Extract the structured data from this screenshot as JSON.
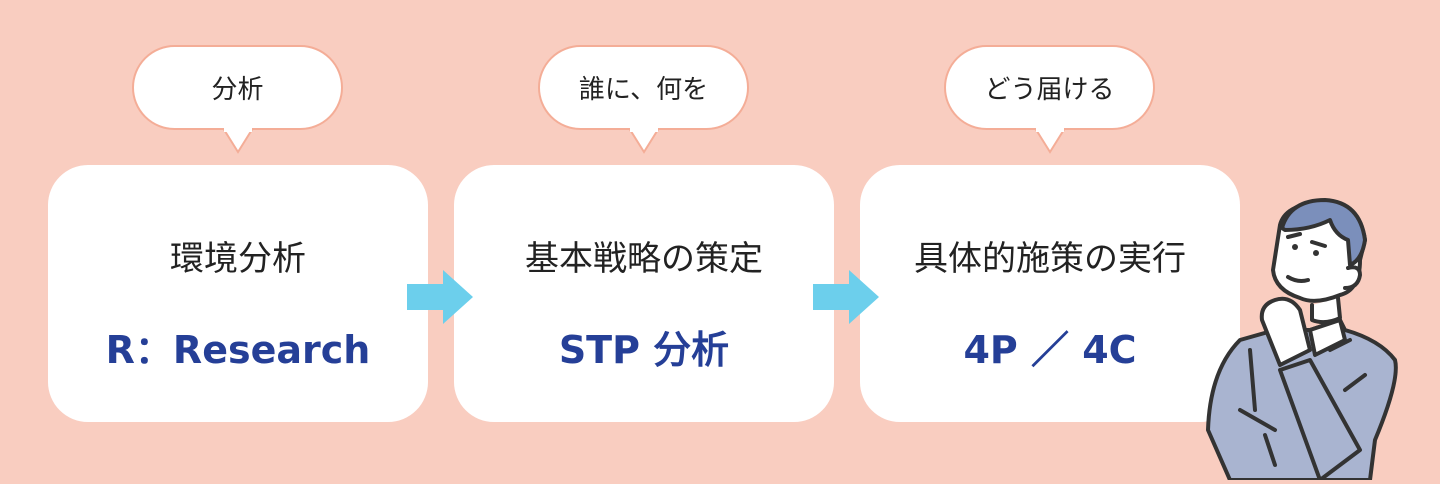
{
  "steps": [
    {
      "bubble": "分析",
      "title": "環境分析",
      "subtitle": "R：Research"
    },
    {
      "bubble": "誰に、何を",
      "title": "基本戦略の策定",
      "subtitle": "STP 分析"
    },
    {
      "bubble": "どう届ける",
      "title": "具体的施策の実行",
      "subtitle": "4P ／ 4C"
    }
  ],
  "colors": {
    "background": "#f9cdc0",
    "accent_text": "#253f97",
    "arrow": "#6ccfec",
    "bubble_border": "#f4ad97",
    "suit": "#a9b4d0",
    "hair": "#7b8fbb"
  },
  "icons": [
    "arrow-right-icon",
    "thinking-businessman-illustration"
  ]
}
